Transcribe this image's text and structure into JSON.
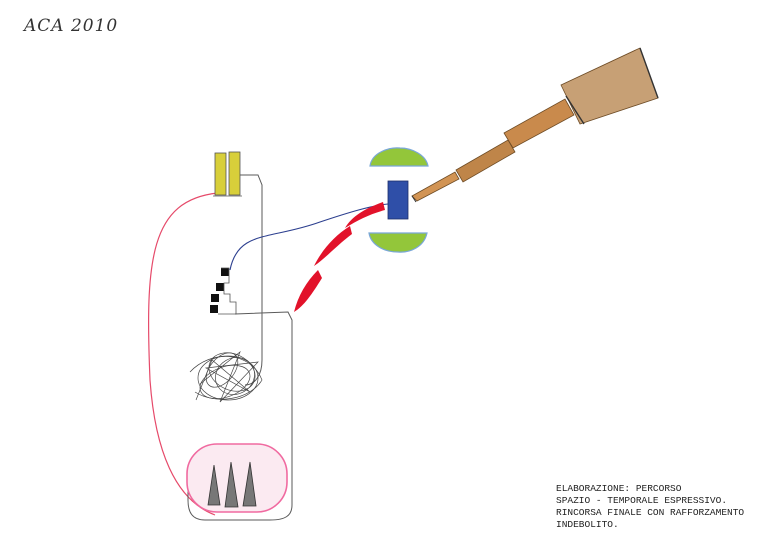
{
  "signature": "ACA 2010",
  "caption": {
    "lines": [
      "ELABORAZIONE: PERCORSO",
      "SPAZIO - TEMPORALE ESPRESSIVO.",
      "RINCORSA FINALE CON RAFFORZAMENTO",
      "INDEBOLITO."
    ]
  },
  "colors": {
    "ink": "#5a5a5a",
    "red_line": "#e64a6a",
    "blue_line": "#2c3f8f",
    "yellow": "#d8cf3a",
    "green": "#93c63a",
    "blue_block": "#2f4fa8",
    "red_arc": "#e2122a",
    "telescope": "#c9924f",
    "mouth_rim": "#f06aa0",
    "scribble": "#333333"
  }
}
